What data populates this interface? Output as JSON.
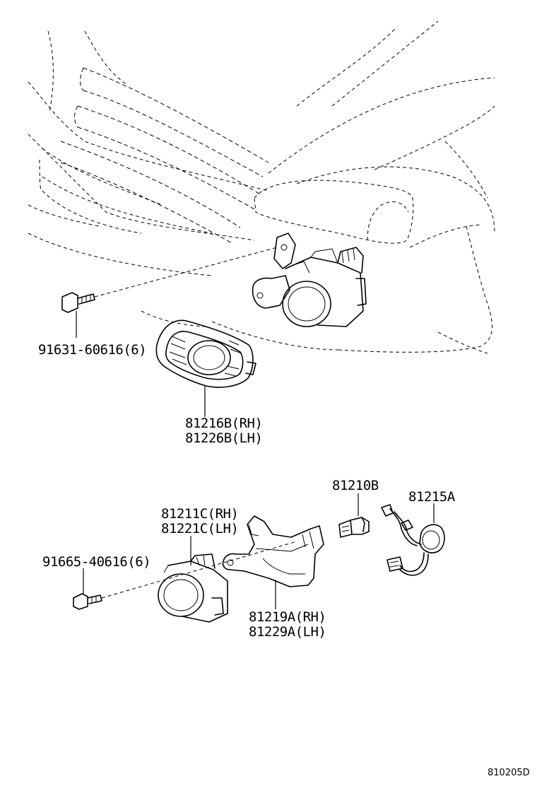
{
  "labels": {
    "bolt_upper": "91631-60616(6)",
    "bezel_rh": "81216B(RH)",
    "bezel_lh": "81226B(LH)",
    "bulb": "81210B",
    "socket_harness": "81215A",
    "lamp_rh": "81211C(RH)",
    "lamp_lh": "81221C(LH)",
    "bolt_lower": "91665-40616(6)",
    "bracket_rh": "81219A(RH)",
    "bracket_lh": "81229A(LH)"
  },
  "diagram_code": "810205D"
}
